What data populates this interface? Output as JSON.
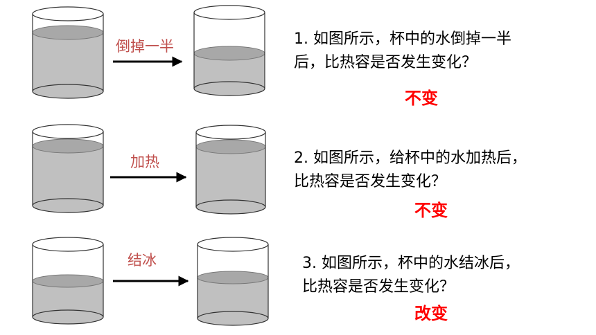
{
  "rows": [
    {
      "action": "倒掉一半",
      "question_line1": "1. 如图所示，杯中的水倒掉一半",
      "question_line2": "后，比热容是否发生变化？",
      "answer": "不变"
    },
    {
      "action": "加热",
      "question_line1": "2. 如图所示，给杯中的水加热后，",
      "question_line2": "比热容是否发生变化？",
      "answer": "不变"
    },
    {
      "action": "结冰",
      "question_line1": "3. 如图所示，杯中的水结冰后，",
      "question_line2": "比热容是否发生变化？",
      "answer": "改变"
    }
  ],
  "colors": {
    "water": "#c0c0c0",
    "water_surface": "#a8a8a8",
    "action_label": "#c0504d",
    "answer": "#ff0000"
  }
}
